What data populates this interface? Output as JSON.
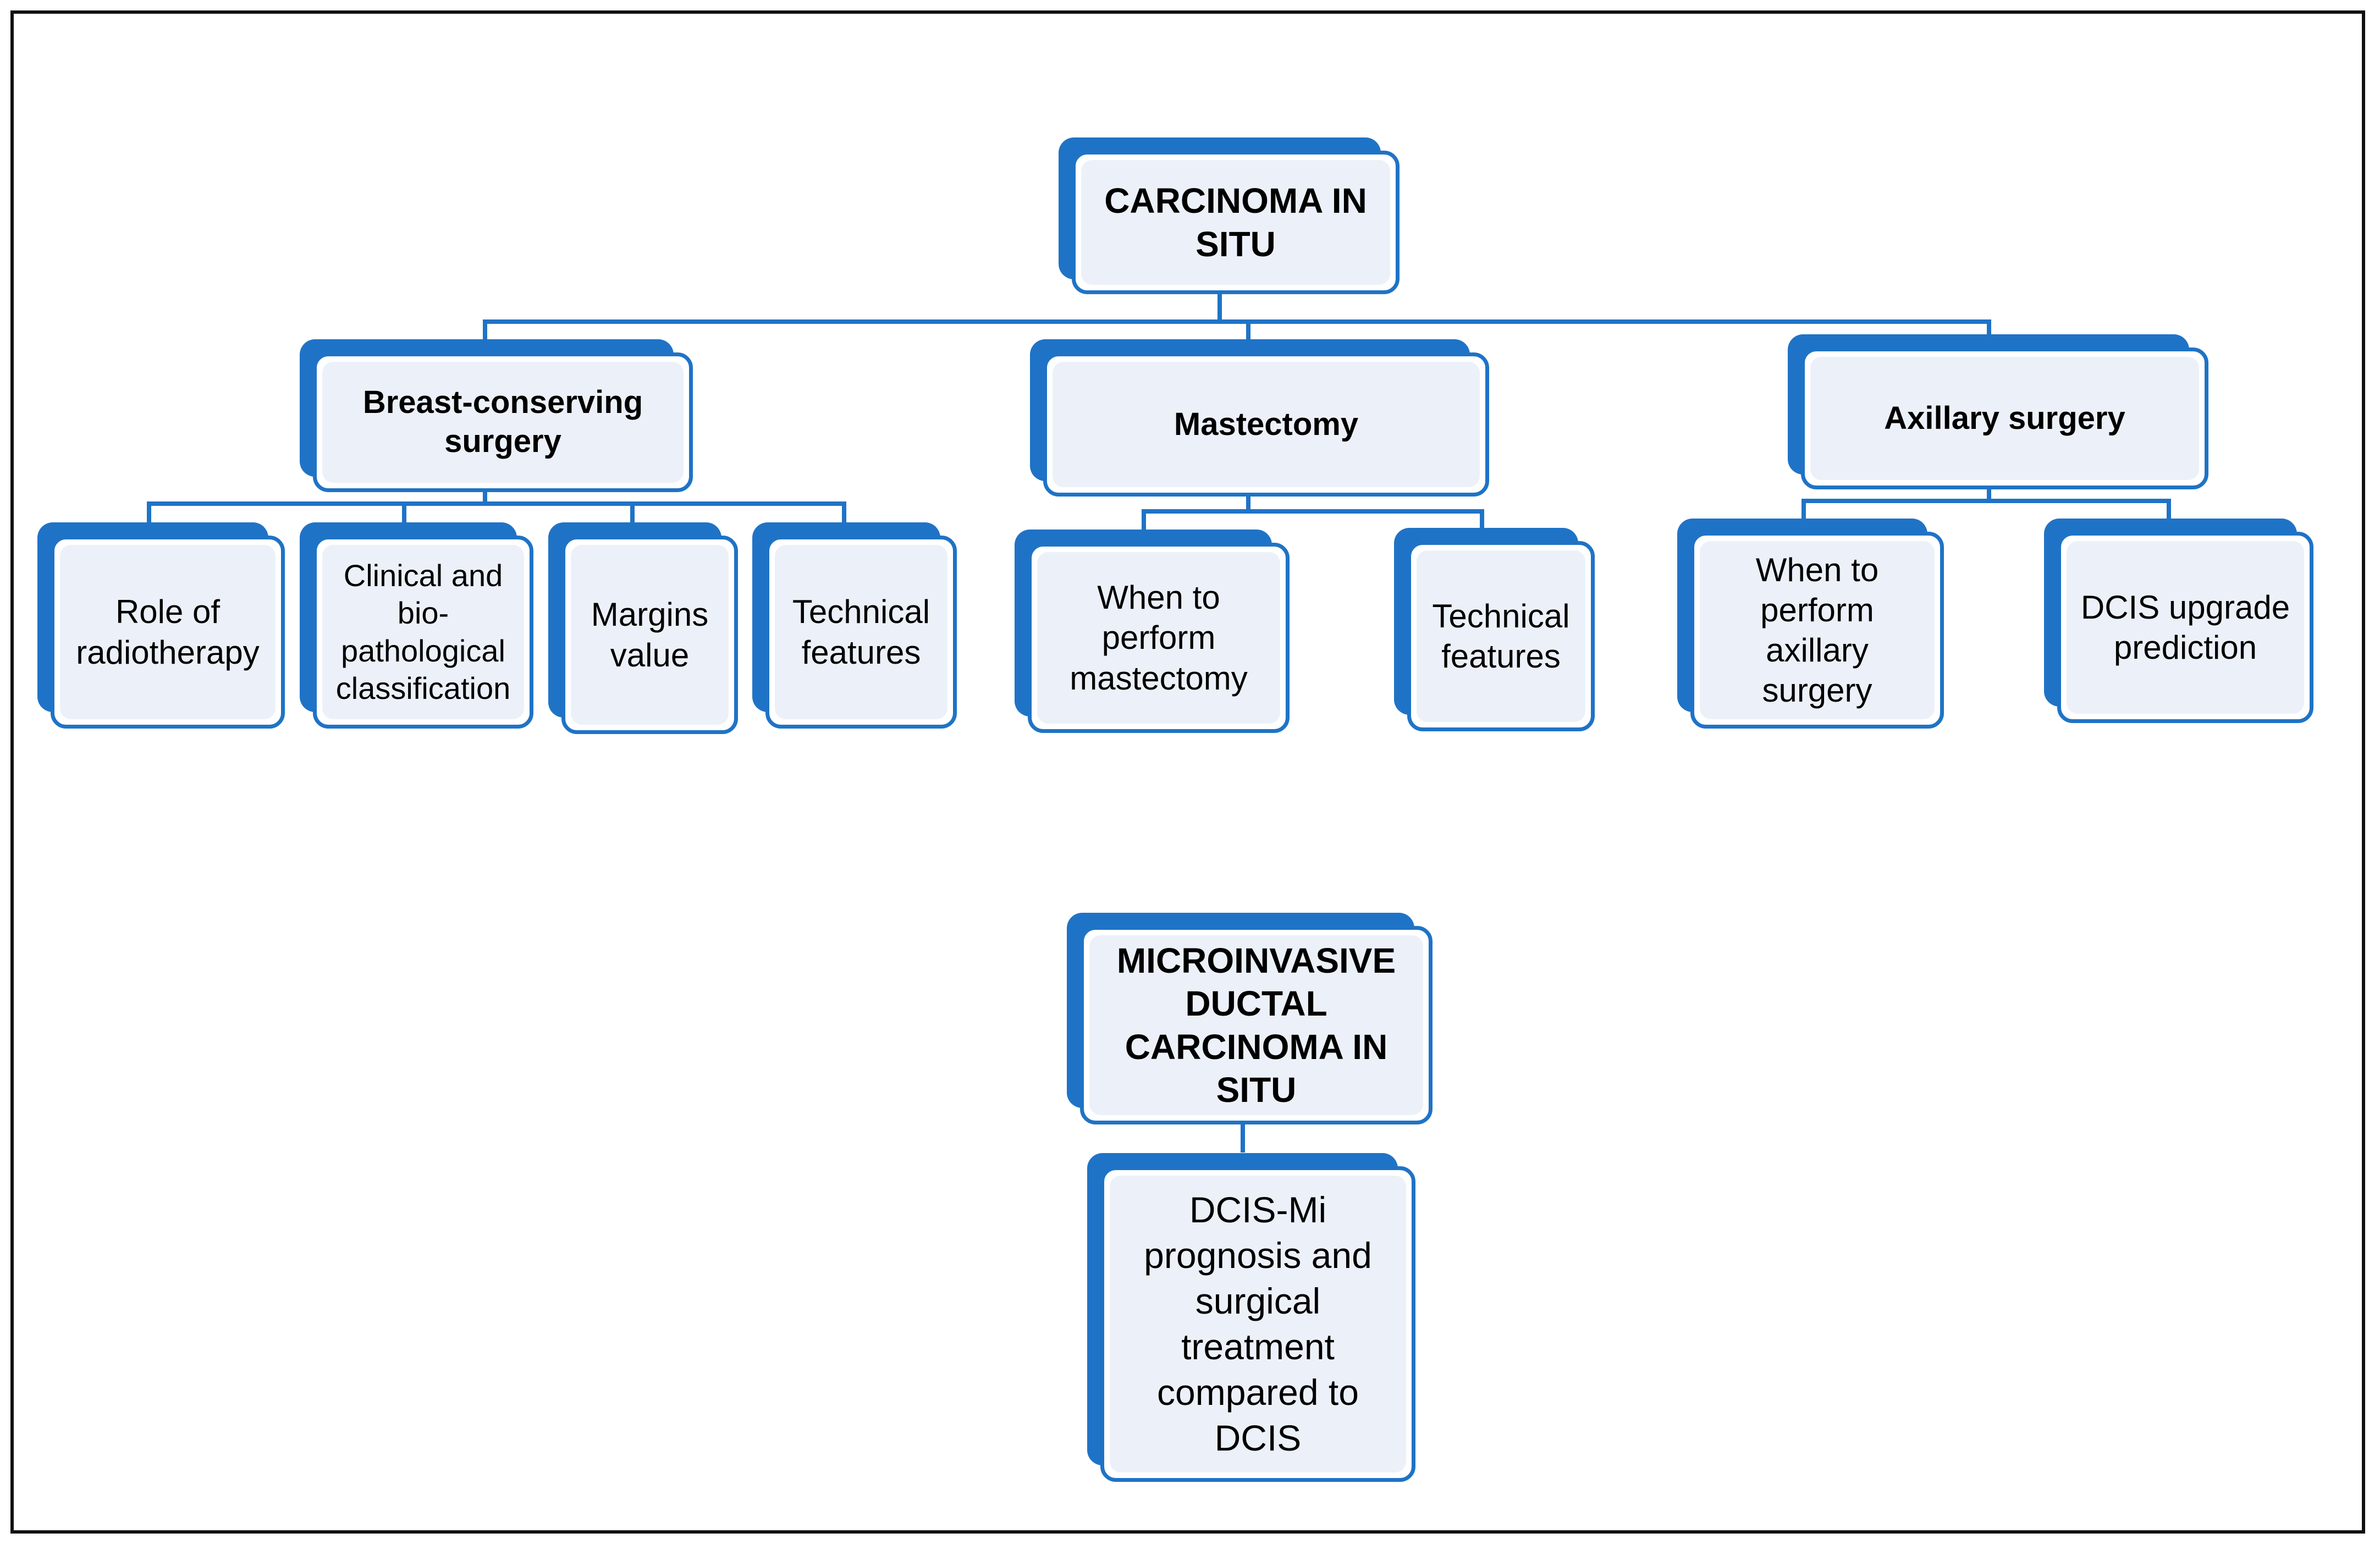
{
  "diagram": {
    "top_root": "CARCINOMA IN\nSITU",
    "branches": [
      {
        "label": "Breast-conserving\nsurgery",
        "children": [
          "Role of\nradiotherapy",
          "Clinical and\nbio-\npathological\nclassification",
          "Margins\nvalue",
          "Technical\nfeatures"
        ]
      },
      {
        "label": "Mastectomy",
        "children": [
          "When to\nperform\nmastectomy",
          "Technical\nfeatures"
        ]
      },
      {
        "label": "Axillary surgery",
        "children": [
          "When to\nperform\naxillary\nsurgery",
          "DCIS upgrade\nprediction"
        ]
      }
    ],
    "bottom_root": "MICROINVASIVE\nDUCTAL\nCARCINOMA IN\nSITU",
    "bottom_child": "DCIS-Mi\nprognosis and\nsurgical\ntreatment\ncompared to\nDCIS"
  },
  "colors": {
    "box_border": "#1f73c6",
    "box_fill": "#ecf1f9",
    "connector": "#1f73c6",
    "frame": "#111111"
  }
}
